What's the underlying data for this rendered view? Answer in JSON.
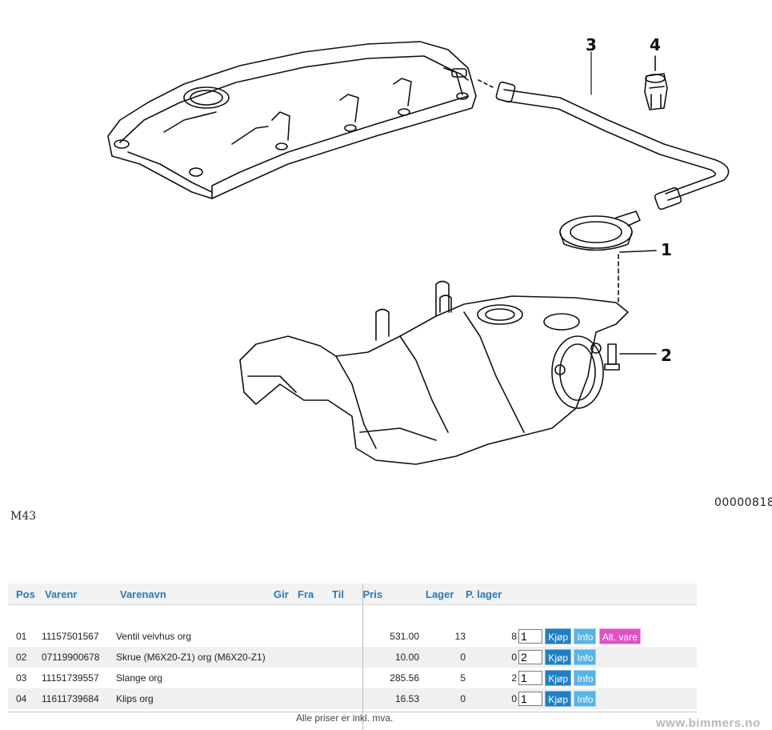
{
  "diagram": {
    "callouts": [
      "1",
      "2",
      "3",
      "4"
    ],
    "diagram_id": "00000818",
    "model": "M43"
  },
  "table": {
    "headers": {
      "pos": "Pos",
      "varenr": "Varenr",
      "varenavn": "Varenavn",
      "gir": "Gir",
      "fra": "Fra",
      "til": "Til",
      "pris": "Pris",
      "lager": "Lager",
      "plager": "P. lager"
    },
    "rows": [
      {
        "pos": "01",
        "varenr": "11157501567",
        "varenavn": "Ventil veivhus org",
        "pris": "531.00",
        "lager": "13",
        "plager": "8",
        "qty": "1",
        "buy": "Kjøp",
        "info": "Info",
        "alt": "Alt. vare"
      },
      {
        "pos": "02",
        "varenr": "07119900678",
        "varenavn": "Skrue (M6X20-Z1) org (M6X20-Z1)",
        "pris": "10.00",
        "lager": "0",
        "plager": "0",
        "qty": "2",
        "buy": "Kjøp",
        "info": "Info"
      },
      {
        "pos": "03",
        "varenr": "11151739557",
        "varenavn": "Slange org",
        "pris": "285.56",
        "lager": "5",
        "plager": "2",
        "qty": "1",
        "buy": "Kjøp",
        "info": "Info"
      },
      {
        "pos": "04",
        "varenr": "11611739684",
        "varenavn": "Klips org",
        "pris": "16.53",
        "lager": "0",
        "plager": "0",
        "qty": "1",
        "buy": "Kjøp",
        "info": "Info"
      }
    ]
  },
  "footer": {
    "note": "Alle priser er inkl. mva.",
    "site": "www.bimmers.no"
  },
  "colors": {
    "header_text": "#2a7ab8",
    "buy": "#1f7fc0",
    "info": "#56b3e6",
    "alt": "#e052c8"
  }
}
